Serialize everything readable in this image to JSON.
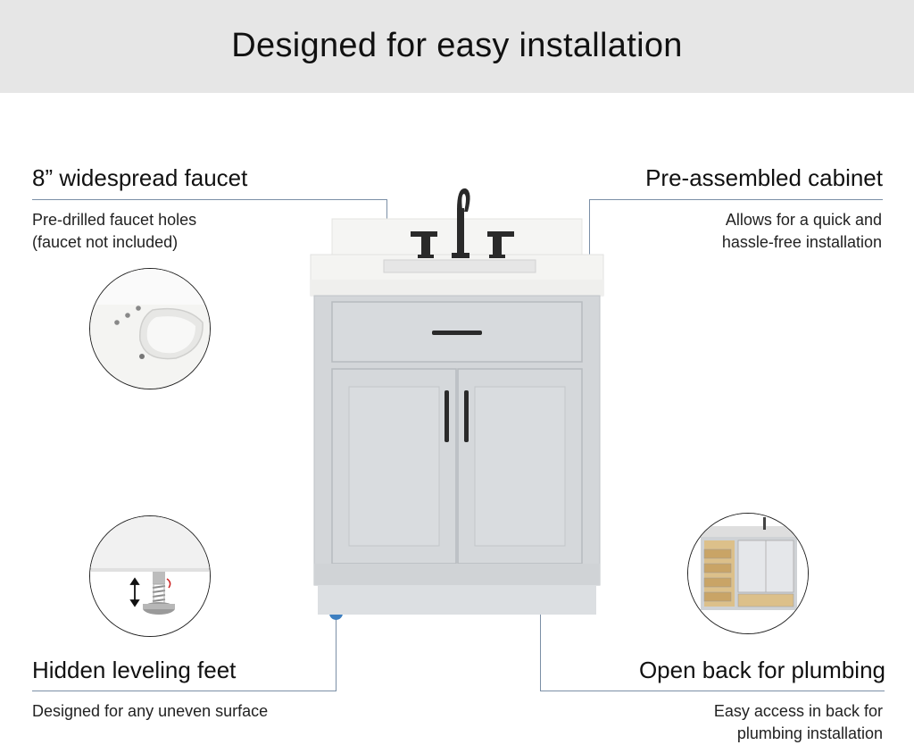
{
  "banner": {
    "title": "Designed for easy installation"
  },
  "features": {
    "faucet": {
      "title": "8” widespread faucet",
      "desc1": "Pre-drilled faucet holes",
      "desc2": "(faucet not included)"
    },
    "cabinet": {
      "title": "Pre-assembled cabinet",
      "desc1": "Allows for  a quick and",
      "desc2": "hassle-free installation"
    },
    "feet": {
      "title": "Hidden leveling feet",
      "desc1": "Designed for any uneven surface"
    },
    "plumbing": {
      "title": "Open back for plumbing",
      "desc1": "Easy access in back for",
      "desc2": "plumbing installation"
    }
  },
  "colors": {
    "banner_bg": "#e6e6e6",
    "accent_dot": "#3d7fc0",
    "leader_line": "#7b8fa6",
    "cabinet": "#d3d6d9",
    "countertop": "#f3f3f1",
    "hardware": "#2a2a2a"
  },
  "icons": [
    "sink-detail-icon",
    "leveling-foot-icon",
    "cabinet-back-icon"
  ]
}
